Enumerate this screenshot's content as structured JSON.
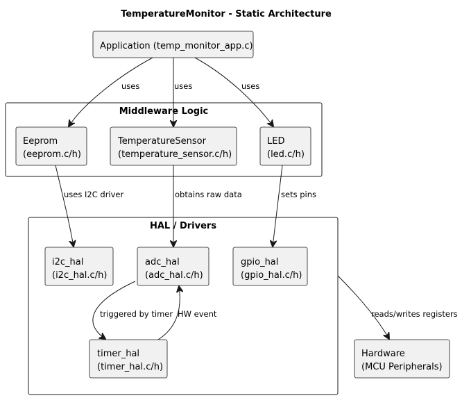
{
  "title": "TemperatureMonitor - Static Architecture",
  "packages": {
    "middleware": "Middleware Logic",
    "hal": "HAL / Drivers"
  },
  "nodes": {
    "app": [
      "Application (temp_monitor_app.c)"
    ],
    "eeprom": [
      "Eeprom",
      "(eeprom.c/h)"
    ],
    "tempsensor": [
      "TemperatureSensor",
      "(temperature_sensor.c/h)"
    ],
    "led": [
      "LED",
      "(led.c/h)"
    ],
    "i2c": [
      "i2c_hal",
      "(i2c_hal.c/h)"
    ],
    "adc": [
      "adc_hal",
      "(adc_hal.c/h)"
    ],
    "gpio": [
      "gpio_hal",
      "(gpio_hal.c/h)"
    ],
    "timer": [
      "timer_hal",
      "(timer_hal.c/h)"
    ],
    "hardware": [
      "Hardware",
      "(MCU Peripherals)"
    ]
  },
  "edges": {
    "app_eeprom": "uses",
    "app_temp": "uses",
    "app_led": "uses",
    "eeprom_i2c": "uses I2C driver",
    "temp_adc": "obtains raw data",
    "led_gpio": "sets pins",
    "adc_timer": "triggered by timer",
    "timer_adc": "HW event",
    "hal_hw": "reads/writes registers"
  }
}
